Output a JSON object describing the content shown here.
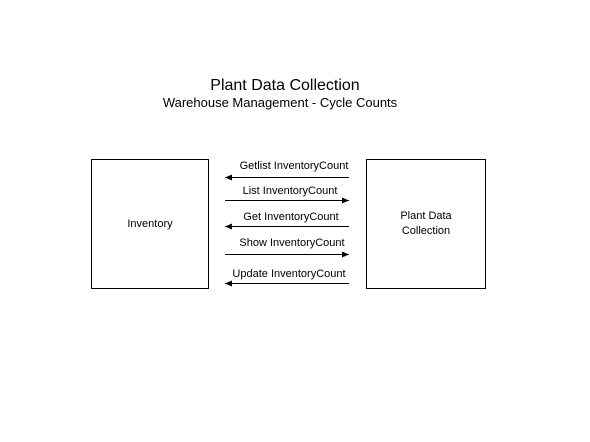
{
  "title": "Plant Data Collection",
  "subtitle": "Warehouse Management - Cycle Counts",
  "left_box": {
    "label": "Inventory"
  },
  "right_box": {
    "label": "Plant Data Collection"
  },
  "messages": [
    {
      "label": "Getlist InventoryCount",
      "direction": "to-left"
    },
    {
      "label": "List InventoryCount",
      "direction": "to-right"
    },
    {
      "label": "Get InventoryCount",
      "direction": "to-left"
    },
    {
      "label": "Show InventoryCount",
      "direction": "to-right"
    },
    {
      "label": "Update InventoryCount",
      "direction": "to-left"
    }
  ]
}
